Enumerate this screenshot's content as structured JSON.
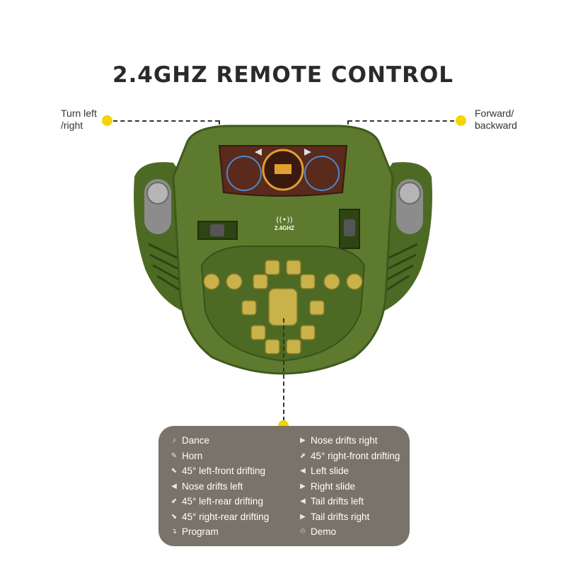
{
  "title": "2.4GHZ REMOTE CONTROL",
  "callouts": {
    "turn": "Turn left\n/right",
    "forward": "Forward/\nbackward"
  },
  "remote": {
    "badge_label": "2.4GHZ",
    "colors": {
      "body": "#5d7a2e",
      "body_dark": "#3f5a1c",
      "button": "#c9b24a",
      "screen": "#5a2a1c",
      "accent_dot": "#f5d400"
    }
  },
  "legend": {
    "left": [
      {
        "icon": "dance-icon",
        "glyph": "♪",
        "label": "Dance"
      },
      {
        "icon": "horn-icon",
        "glyph": "✎",
        "label": "Horn"
      },
      {
        "icon": "arrow-up-left-icon",
        "glyph": "⬉",
        "label": "45° left-front drifting"
      },
      {
        "icon": "arrow-left-icon",
        "glyph": "◀",
        "label": "Nose drifts left"
      },
      {
        "icon": "arrow-down-left-icon",
        "glyph": "⬋",
        "label": "45° left-rear drifting"
      },
      {
        "icon": "arrow-down-right-icon",
        "glyph": "⬊",
        "label": "45° right-rear drifting"
      },
      {
        "icon": "program-icon",
        "glyph": "↴",
        "label": "Program"
      }
    ],
    "right": [
      {
        "icon": "arrow-right-icon",
        "glyph": "▶",
        "label": "Nose drifts right"
      },
      {
        "icon": "arrow-up-right-icon",
        "glyph": "⬈",
        "label": "45° right-front drifting"
      },
      {
        "icon": "arrow-left-icon",
        "glyph": "◀",
        "label": "Left slide"
      },
      {
        "icon": "arrow-right-icon",
        "glyph": "▶",
        "label": "Right slide"
      },
      {
        "icon": "arrow-left-icon",
        "glyph": "◀",
        "label": "Tail drifts left"
      },
      {
        "icon": "arrow-right-icon",
        "glyph": "▶",
        "label": "Tail drifts right"
      },
      {
        "icon": "demo-icon",
        "glyph": "♲",
        "label": "Demo"
      }
    ]
  }
}
